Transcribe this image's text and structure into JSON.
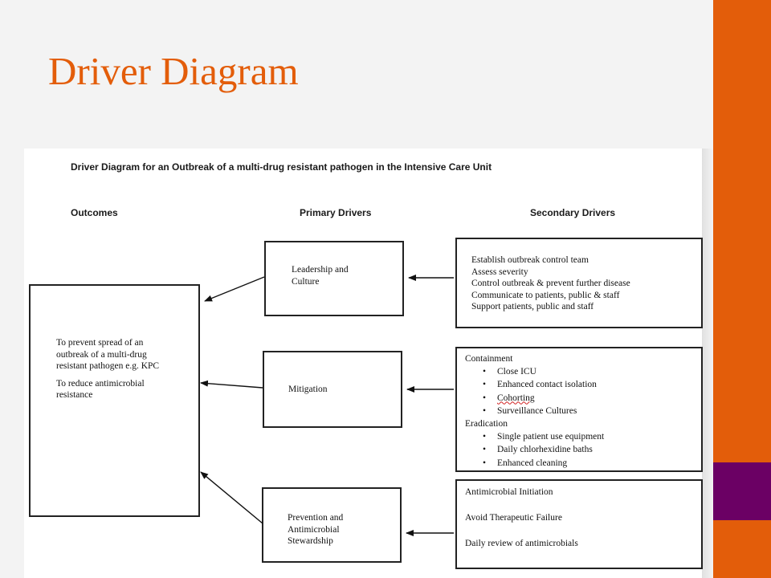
{
  "slide": {
    "title": "Driver Diagram",
    "colors": {
      "accent_orange": "#e35d0a",
      "accent_purple": "#6b0064",
      "background": "#f3f3f3"
    }
  },
  "diagram": {
    "title": "Driver Diagram for an Outbreak of a multi-drug resistant pathogen in the Intensive Care Unit",
    "column_headers": {
      "outcomes": "Outcomes",
      "primary": "Primary Drivers",
      "secondary": "Secondary Drivers"
    },
    "outcome": {
      "line1": "To prevent spread of an",
      "line2": "outbreak of a multi-drug",
      "line3": "resistant pathogen e.g. KPC",
      "line4": "To reduce antimicrobial",
      "line5": "resistance"
    },
    "primary_drivers": {
      "leadership": {
        "line1": "Leadership and",
        "line2": "Culture"
      },
      "mitigation": {
        "line1": "Mitigation"
      },
      "prevention": {
        "line1": "Prevention and",
        "line2": "Antimicrobial",
        "line3": "Stewardship"
      }
    },
    "secondary_drivers": {
      "leadership": [
        "Establish outbreak control team",
        "Assess severity",
        "Control outbreak & prevent further disease",
        "Communicate to patients, public & staff",
        "Support patients, public and staff"
      ],
      "mitigation": {
        "containment_label": "Containment",
        "containment": [
          "Close ICU",
          "Enhanced contact isolation",
          "Cohorting",
          "Surveillance Cultures"
        ],
        "eradication_label": "Eradication",
        "eradication": [
          "Single patient use equipment",
          "Daily chlorhexidine baths",
          "Enhanced cleaning"
        ]
      },
      "prevention": [
        "Antimicrobial Initiation",
        "Avoid Therapeutic Failure",
        "Daily review of antimicrobials"
      ]
    }
  }
}
